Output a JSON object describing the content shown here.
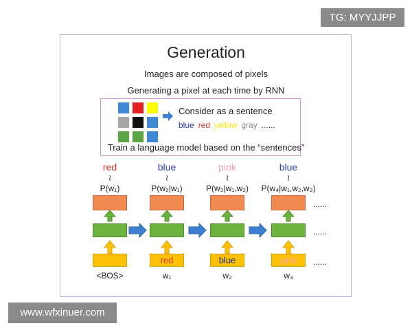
{
  "watermarks": {
    "top": "TG: MYYJJPP",
    "bottom": "www.wfxinuer.com"
  },
  "slide": {
    "title": "Generation",
    "line1": "Images are composed of pixels",
    "line2": "Generating a pixel at each time by RNN",
    "consider": "Consider as a sentence",
    "color_words": [
      {
        "text": "blue",
        "color": "#2b3fb0"
      },
      {
        "text": "red",
        "color": "#d9342b"
      },
      {
        "text": "yellow",
        "color": "#ffe600"
      },
      {
        "text": "gray",
        "color": "#8a8a8a"
      },
      {
        "text": "......",
        "color": "#333333"
      }
    ],
    "train": "Train a language model based on the “sentences”",
    "pixel_grid": [
      "#3f88d4",
      "#e62020",
      "#ffff00",
      "#a6a6a6",
      "#111111",
      "#3f88d4",
      "#5aa544",
      "#5aa544",
      "#3f88d4"
    ],
    "steps": [
      {
        "output": "red",
        "output_color": "#d9342b",
        "tilde": "≀",
        "prob": "P(w₁)",
        "input": "",
        "word": "<BOS>"
      },
      {
        "output": "blue",
        "output_color": "#2b3fb0",
        "tilde": "≀",
        "prob": "P(w₂|w₁)",
        "input": "red",
        "input_color": "#d9342b",
        "word": "w₁"
      },
      {
        "output": "pink",
        "output_color": "#f2a0b2",
        "tilde": "≀",
        "prob": "P(w₃|w₁,w₂)",
        "input": "blue",
        "input_color": "#1a2a8a",
        "word": "w₂"
      },
      {
        "output": "blue",
        "output_color": "#2b3fb0",
        "tilde": "≀",
        "prob": "P(w₄|w₁,w₂,w₃)",
        "input": "pink",
        "input_color": "#f2a0b2",
        "word": "w₃"
      }
    ],
    "dots": "......"
  }
}
